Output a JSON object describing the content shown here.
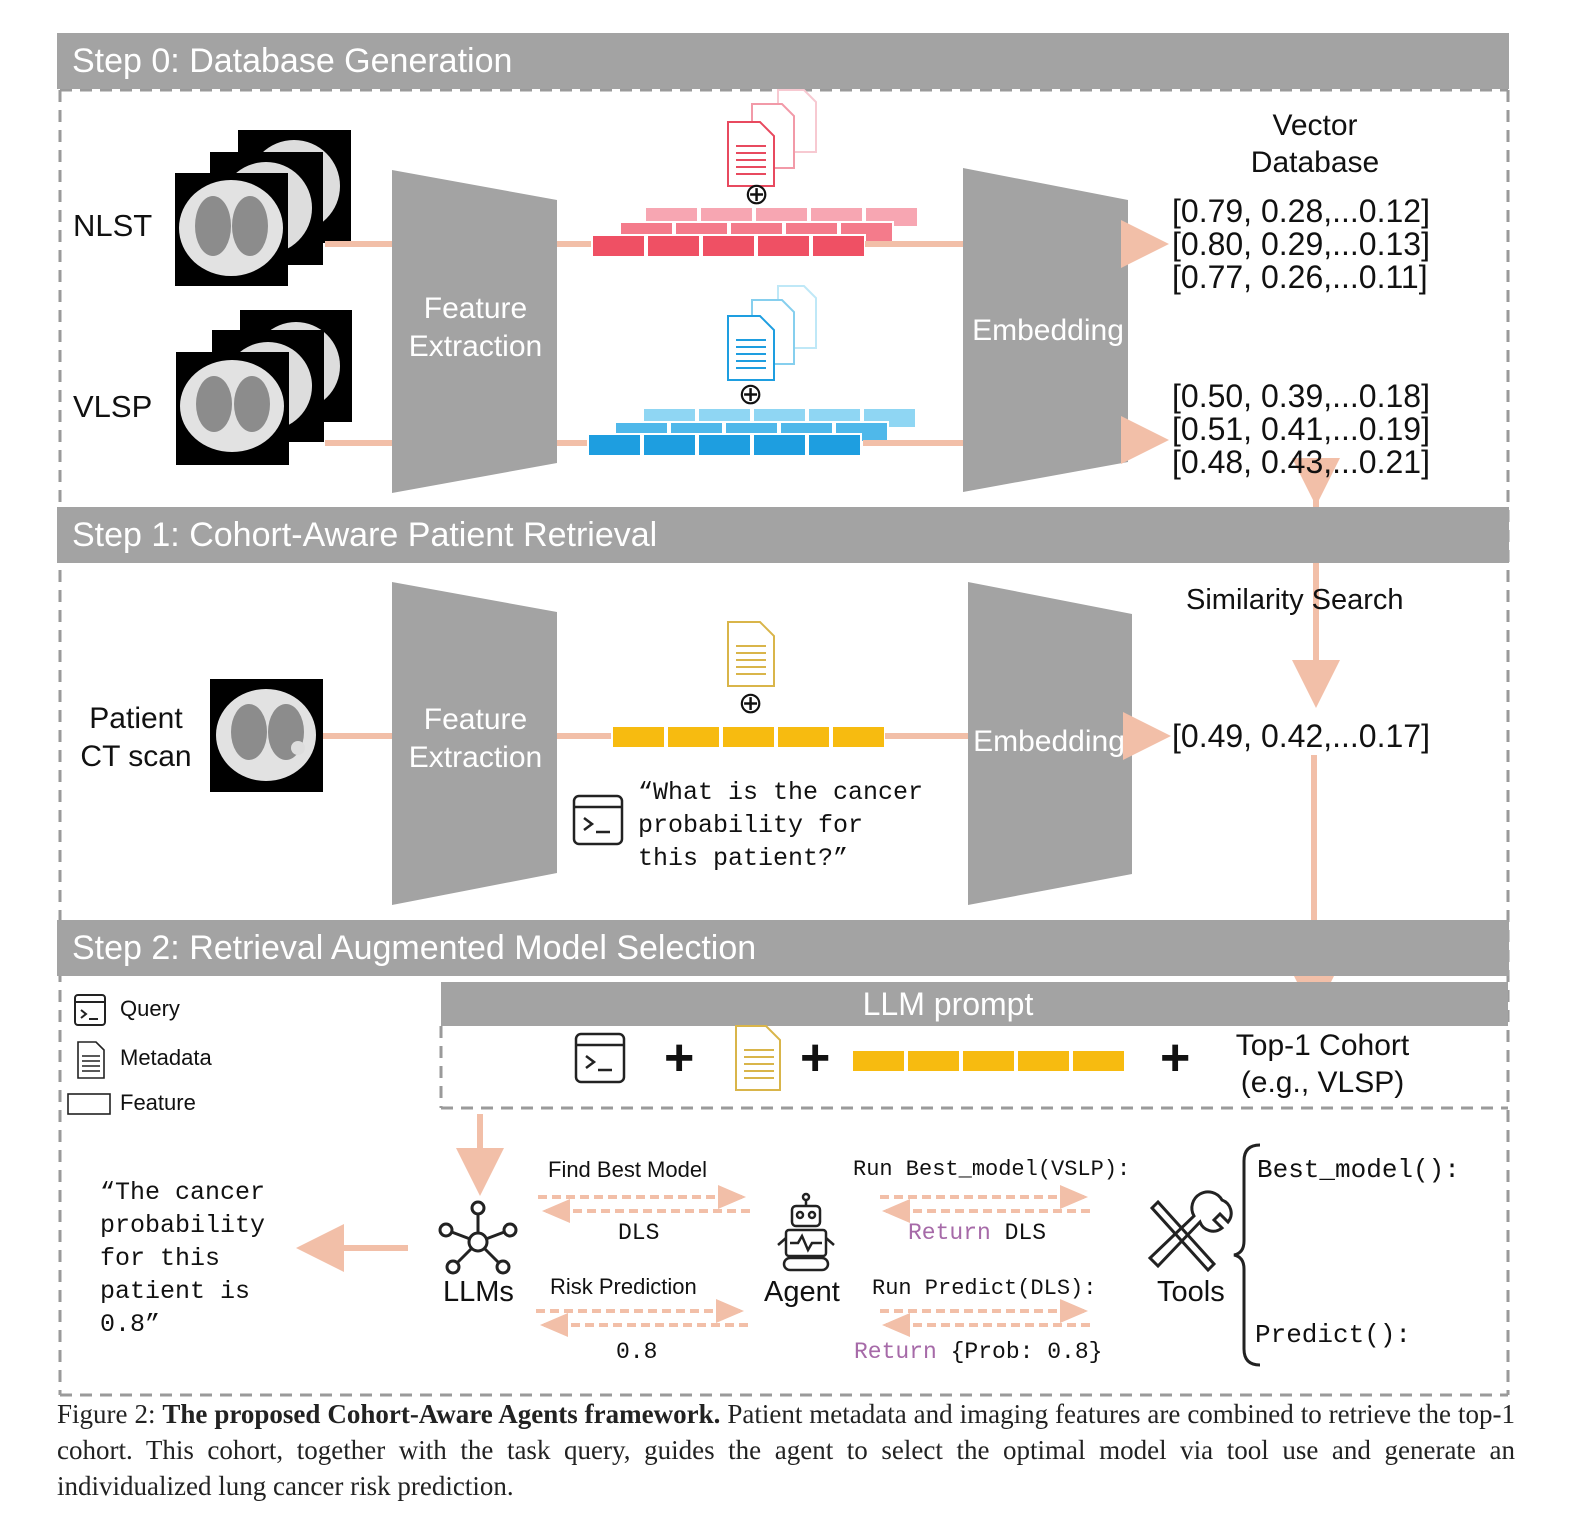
{
  "steps": {
    "step0": "Step 0: Database Generation",
    "step1": "Step 1: Cohort-Aware Patient Retrieval",
    "step2": "Step 2: Retrieval Augmented Model Selection"
  },
  "step0": {
    "cohort_nlst": "NLST",
    "cohort_vlsp": "VLSP",
    "feature_extraction": "Feature Extraction",
    "embedding": "Embedding",
    "vector_db_title": "Vector Database",
    "nlst_vectors": [
      "[0.79, 0.28,...0.12]",
      "[0.80, 0.29,...0.13]",
      "[0.77, 0.26,...0.11]"
    ],
    "vlsp_vectors": [
      "[0.50, 0.39,...0.18]",
      "[0.51, 0.41,...0.19]",
      "[0.48, 0.43,...0.21]"
    ],
    "concat_symbol": "⊕"
  },
  "step1": {
    "patient_label": "Patient CT scan",
    "feature_extraction": "Feature Extraction",
    "embedding": "Embedding",
    "query_text": "“What is the cancer probability for this patient?”",
    "similarity_search": "Similarity Search",
    "patient_vector": "[0.49, 0.42,...0.17]",
    "concat_symbol": "⊕"
  },
  "step2": {
    "legend": {
      "query": "Query",
      "metadata": "Metadata",
      "feature": "Feature"
    },
    "llm_prompt_title": "LLM prompt",
    "plus": "+",
    "top1_cohort": "Top-1 Cohort (e.g., VLSP)",
    "output_text": "“The cancer probability for this patient is 0.8”",
    "llms_label": "LLMs",
    "agent_label": "Agent",
    "tools_label": "Tools",
    "find_best_model": "Find Best Model",
    "dls_reply": "DLS",
    "risk_prediction": "Risk Prediction",
    "risk_reply": "0.8",
    "run_best_model": "Run Best_model(VSLP):",
    "return_kw_1": "Return",
    "return_val_1": " DLS",
    "run_predict": "Run Predict(DLS):",
    "return_kw_2": "Return",
    "return_val_2": " {Prob: 0.8}",
    "tool_best_model": "Best_model():",
    "tool_predict": "Predict():"
  },
  "caption": {
    "prefix": "Figure 2: ",
    "bold": "The proposed Cohort-Aware Agents framework.",
    "rest": " Patient metadata and imaging features are combined to retrieve the top-1 cohort. This cohort, together with the task query, guides the agent to select the optimal model via tool use and generate an individualized lung cancer risk prediction."
  },
  "colors": {
    "banner": "#a3a3a3",
    "arrow": "#f2bfa8",
    "nlst_red": "#ef5064",
    "vlsp_blue": "#1e9ee0",
    "patient_yellow": "#f7bb10",
    "return_purple": "#a66aa8"
  }
}
